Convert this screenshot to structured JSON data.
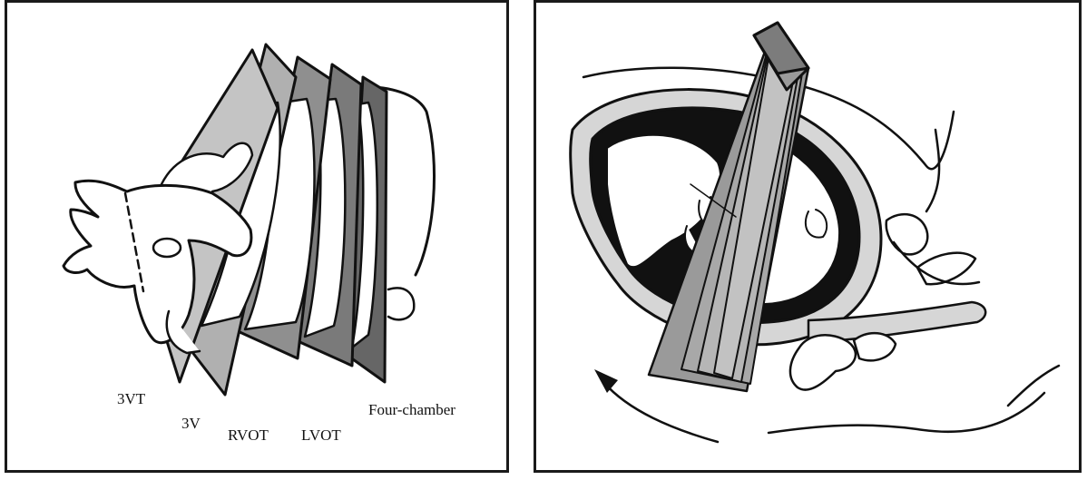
{
  "left_panel": {
    "plane_labels": {
      "three_vt": "3VT",
      "three_v": "3V",
      "rvot": "RVOT",
      "lvot": "LVOT",
      "four_chamber": "Four-chamber"
    },
    "plane_colors": {
      "three_vt": "#c4c4c4",
      "three_v": "#b0b0b0",
      "rvot": "#8f8f8f",
      "lvot": "#7a7a7a",
      "four_chamber": "#666666"
    }
  },
  "right_panel": {
    "colors": {
      "chest_wall": "#d6d6d6",
      "heart_wall": "#111111",
      "probe": "#9a9a9a",
      "probe_tip": "#7c7c7c",
      "outline": "#111111"
    }
  }
}
